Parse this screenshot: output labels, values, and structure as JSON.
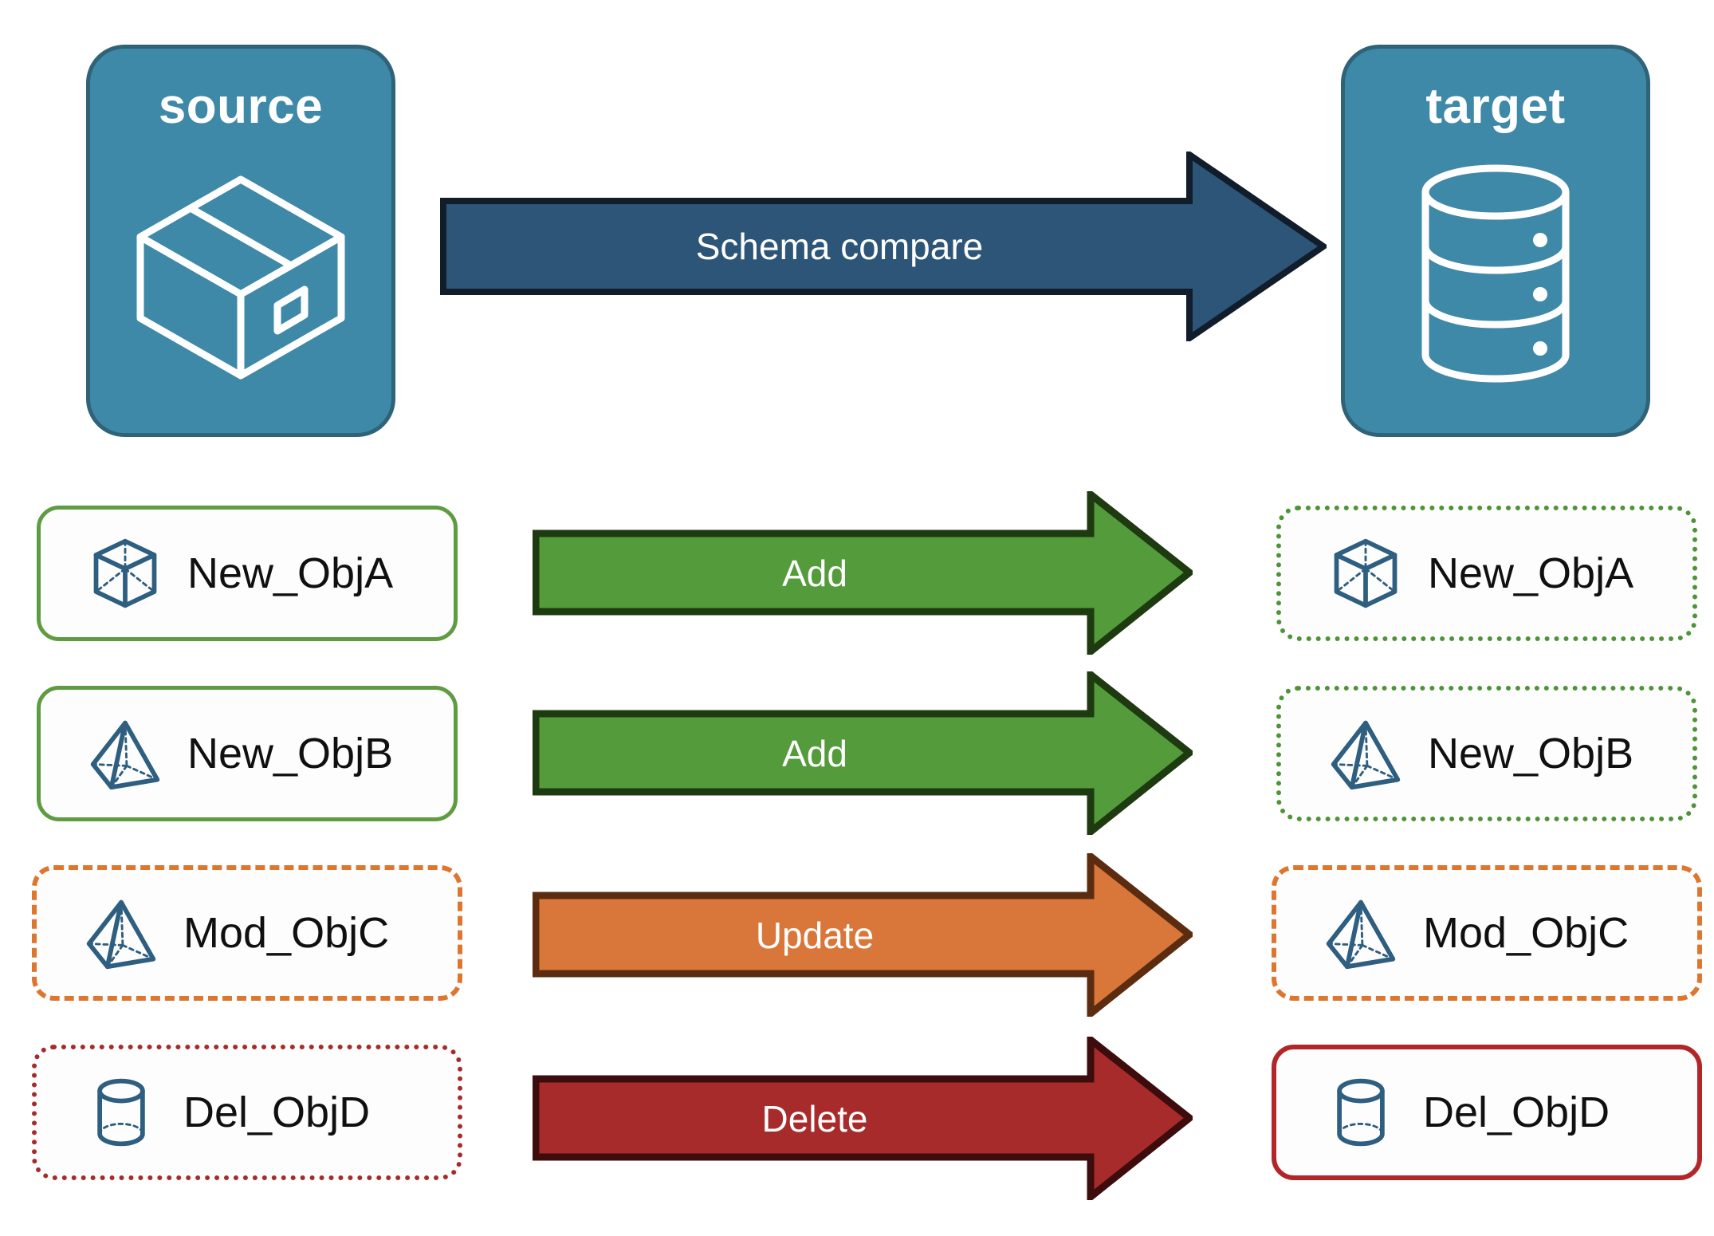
{
  "diagram": {
    "title": "Schema compare source to target",
    "background": "#FFFFFF"
  },
  "endpoints": {
    "source": {
      "label": "source",
      "icon": "package-box-icon",
      "fill": "#3E88A8",
      "border": "#2E6378"
    },
    "target": {
      "label": "target",
      "icon": "database-cylinder-icon",
      "fill": "#3E88A8",
      "border": "#2E6378"
    }
  },
  "main_arrow": {
    "label": "Schema compare",
    "fill": "#2C5578",
    "stroke": "#111D2B",
    "text_color": "#FFFFFF"
  },
  "rows": [
    {
      "action": "Add",
      "arrow_fill": "#549B3C",
      "arrow_stroke": "#1E3A10",
      "source": {
        "label": "New_ObjA",
        "icon": "wireframe-cube-icon",
        "border_style": "solid",
        "border_color": "#5F9B41"
      },
      "target": {
        "label": "New_ObjA",
        "icon": "wireframe-cube-icon",
        "border_style": "dotted",
        "border_color": "#4E9437"
      }
    },
    {
      "action": "Add",
      "arrow_fill": "#549B3C",
      "arrow_stroke": "#1E3A10",
      "source": {
        "label": "New_ObjB",
        "icon": "wireframe-pyramid-icon",
        "border_style": "solid",
        "border_color": "#5F9B41"
      },
      "target": {
        "label": "New_ObjB",
        "icon": "wireframe-pyramid-icon",
        "border_style": "dotted",
        "border_color": "#4E9437"
      }
    },
    {
      "action": "Update",
      "arrow_fill": "#D9773A",
      "arrow_stroke": "#5B2C10",
      "source": {
        "label": "Mod_ObjC",
        "icon": "wireframe-pyramid-icon",
        "border_style": "dashed",
        "border_color": "#DD7730"
      },
      "target": {
        "label": "Mod_ObjC",
        "icon": "wireframe-pyramid-icon",
        "border_style": "dashed",
        "border_color": "#DD7730"
      }
    },
    {
      "action": "Delete",
      "arrow_fill": "#A82B2B",
      "arrow_stroke": "#3D0C0C",
      "source": {
        "label": "Del_ObjD",
        "icon": "wireframe-cylinder-icon",
        "border_style": "dotted",
        "border_color": "#A62B2B"
      },
      "target": {
        "label": "Del_ObjD",
        "icon": "wireframe-cylinder-icon",
        "border_style": "solid",
        "border_color": "#B2262A"
      }
    }
  ],
  "colors": {
    "icon_stroke": "#2E5E80",
    "card_fill": "#FDFDFD",
    "label_text": "#101010"
  }
}
